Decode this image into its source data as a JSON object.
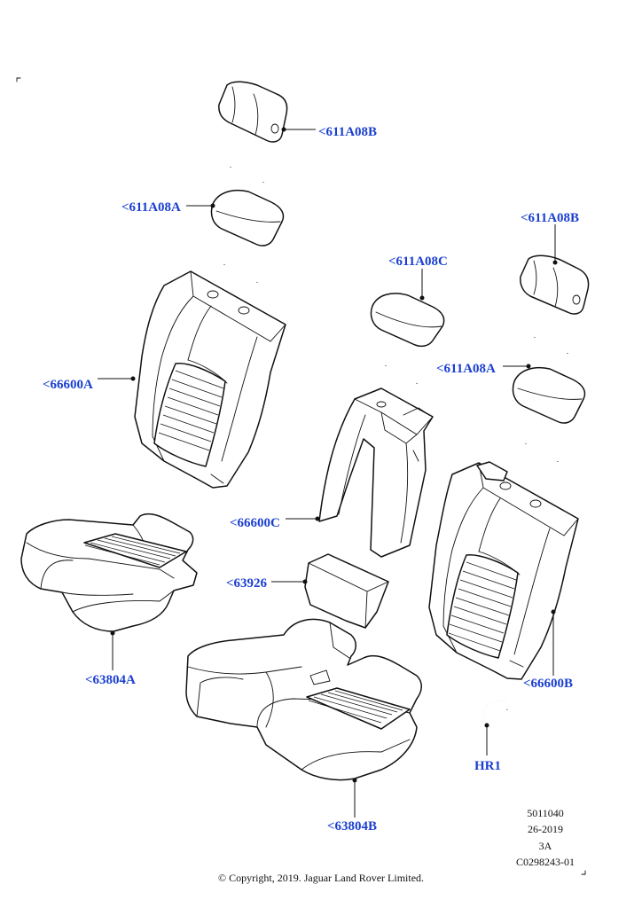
{
  "colors": {
    "callout": "#1a3fd0",
    "line": "#111111"
  },
  "callouts": {
    "headrest_b_top": "<611A08B",
    "headrest_a_left": "<611A08A",
    "backrest_a": "<66600A",
    "headrest_b_right": "<611A08B",
    "headrest_c": "<611A08C",
    "headrest_a_right": "<611A08A",
    "backrest_c": "<66600C",
    "armrest": "<63926",
    "cushion_a": "<63804A",
    "cushion_b": "<63804B",
    "backrest_b": "<66600B",
    "clip": "HR1"
  },
  "reference": {
    "line1": "5011040",
    "line2": "26-2019",
    "line3": "3A",
    "line4": "C0298243-01"
  },
  "copyright": "© Copyright, 2019. Jaguar Land Rover Limited."
}
